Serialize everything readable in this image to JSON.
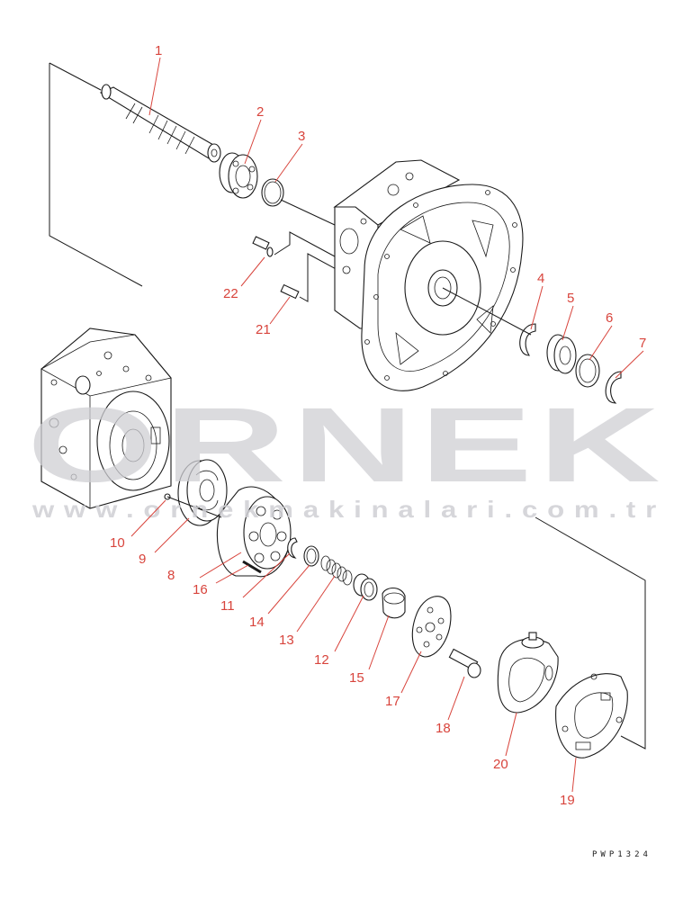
{
  "diagram": {
    "type": "exploded-parts-diagram",
    "callouts": [
      "1",
      "2",
      "3",
      "4",
      "5",
      "6",
      "7",
      "8",
      "9",
      "10",
      "11",
      "12",
      "13",
      "14",
      "15",
      "16",
      "17",
      "18",
      "19",
      "20",
      "21",
      "22"
    ],
    "watermark": {
      "brand": "ORNEK",
      "url": "www.ornekmakinalari.com.tr"
    },
    "drawing_code": "PWP1324"
  },
  "colors": {
    "callout": "#d8443c",
    "line": "#1a1a1a",
    "watermark": "#cfcfd4"
  }
}
